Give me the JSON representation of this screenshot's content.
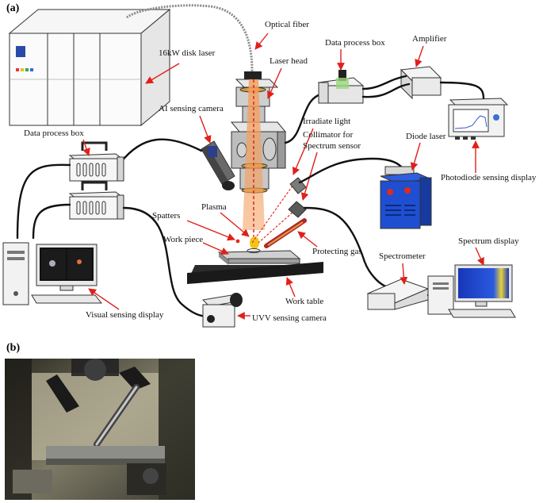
{
  "panels": {
    "a": "(a)",
    "b": "(b)"
  },
  "labels": {
    "optical_fiber": "Optical fiber",
    "disk_laser": "16kW disk laser",
    "laser_head": "Laser head",
    "data_process_box_right": "Data process box",
    "amplifier": "Amplifier",
    "ai_camera": "AI sensing camera",
    "irradiate_light": "Irradiate light",
    "collimator_line1": "Collimator for",
    "collimator_line2": "Spectrum sensor",
    "diode_laser": "Diode laser",
    "photodiode_display": "Photodiode sensing display",
    "data_process_box_left": "Data process box",
    "plasma": "Plasma",
    "spatters": "Spatters",
    "work_piece": "Work piece",
    "protecting_gas": "Protecting gas",
    "spectrum_display": "Spectrum display",
    "spectrometer": "Spectrometer",
    "work_table": "Work table",
    "visual_display": "Visual sensing display",
    "uvv_camera": "UVV sensing camera"
  },
  "colors": {
    "arrow": "#e0201a",
    "laser_beam": "#f08a3c",
    "diode_laser_body": "#1f4fd0",
    "spectrum_screen": "#1836b8"
  }
}
